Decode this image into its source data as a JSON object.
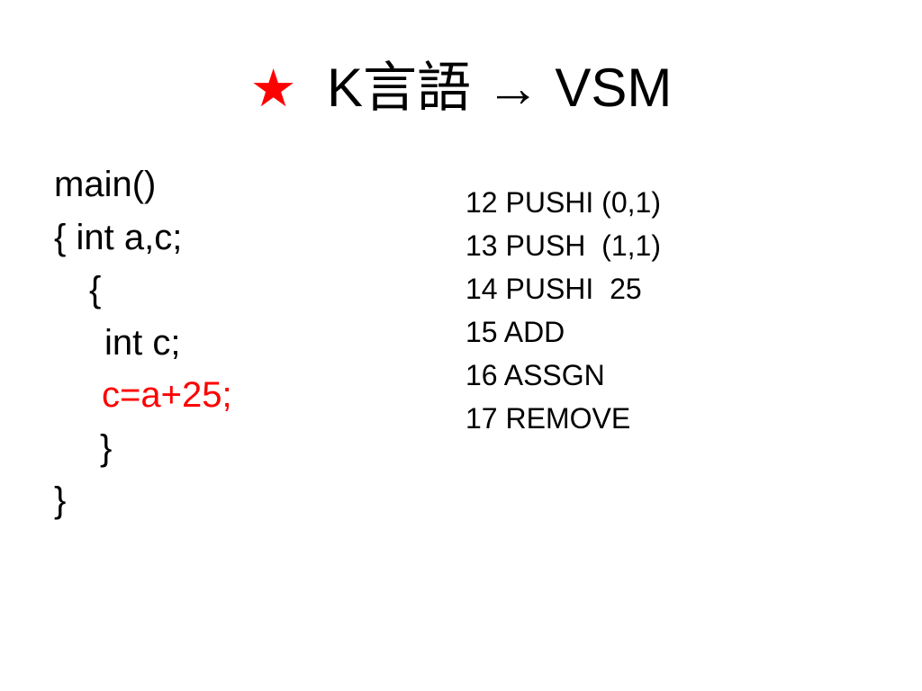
{
  "title": {
    "star": "★",
    "text": "K言語 → VSM"
  },
  "colors": {
    "accent": "#ff0000",
    "text": "#000000",
    "background": "#ffffff"
  },
  "source_code": [
    {
      "text": "main()",
      "highlighted": false
    },
    {
      "text": "{ int a,c;",
      "highlighted": false
    },
    {
      "text": "{",
      "highlighted": false
    },
    {
      "text": "int c;",
      "highlighted": false
    },
    {
      "text": "c=a+25;",
      "highlighted": true
    },
    {
      "text": "}",
      "highlighted": false
    },
    {
      "text": "}",
      "highlighted": false
    }
  ],
  "vsm_code": [
    "12 PUSHI (0,1)",
    "13 PUSH  (1,1)",
    "14 PUSHI  25",
    "15 ADD",
    "16 ASSGN",
    "17 REMOVE"
  ]
}
